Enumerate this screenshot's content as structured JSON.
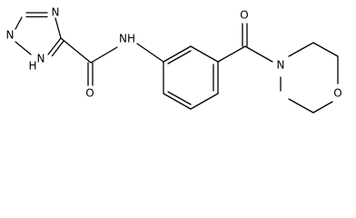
{
  "structure": {
    "atom_labels": {
      "triazole_n4": "N",
      "triazole_n2": "N",
      "triazole_n1h": "N",
      "triazole_h": "H",
      "amide_o": "O",
      "amide_nh": "NH",
      "ketone_o": "O",
      "morpholine_n": "N",
      "morpholine_o": "O"
    }
  }
}
